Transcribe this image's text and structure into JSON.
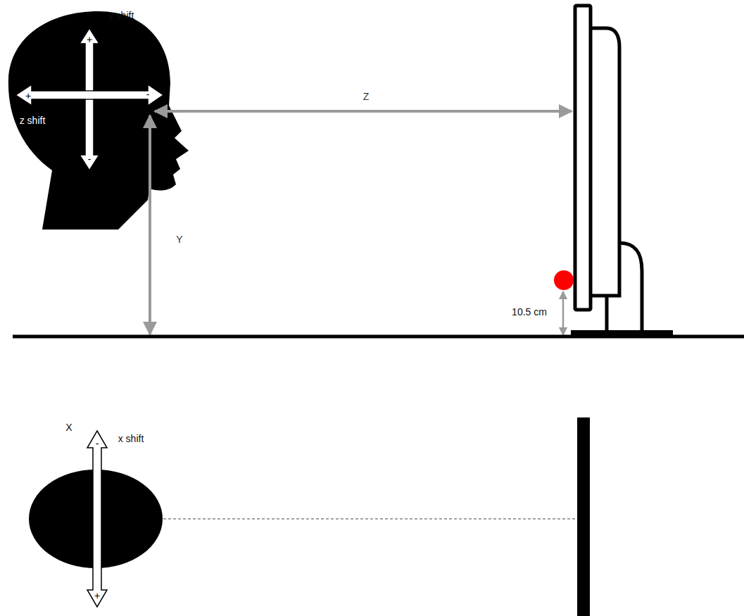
{
  "diagram": {
    "labels": [
      "y shift",
      "+",
      "+",
      "-",
      "z shift",
      "-",
      "Z",
      "Y",
      "10.5 cm",
      "X",
      "-",
      "x shift",
      "+"
    ]
  }
}
